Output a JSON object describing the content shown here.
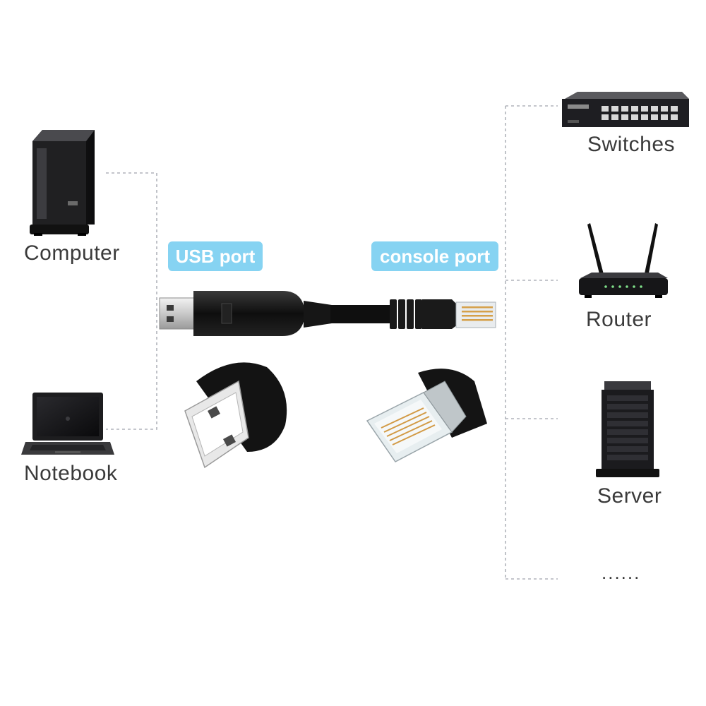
{
  "devices": {
    "computer": "Computer",
    "notebook": "Notebook",
    "switches": "Switches",
    "router": "Router",
    "server": "Server",
    "more": "......"
  },
  "ports": {
    "usb": "USB port",
    "console": "console port"
  },
  "colors": {
    "badge": "#86d3f2",
    "connector_line": "#b0b4bb",
    "label_text": "#3a3a3a",
    "device_body": "#1c1c1e"
  },
  "icons": [
    "computer-tower-icon",
    "laptop-icon",
    "network-switch-icon",
    "wifi-router-icon",
    "server-tower-icon",
    "usb-plug-icon",
    "rj45-plug-icon"
  ]
}
